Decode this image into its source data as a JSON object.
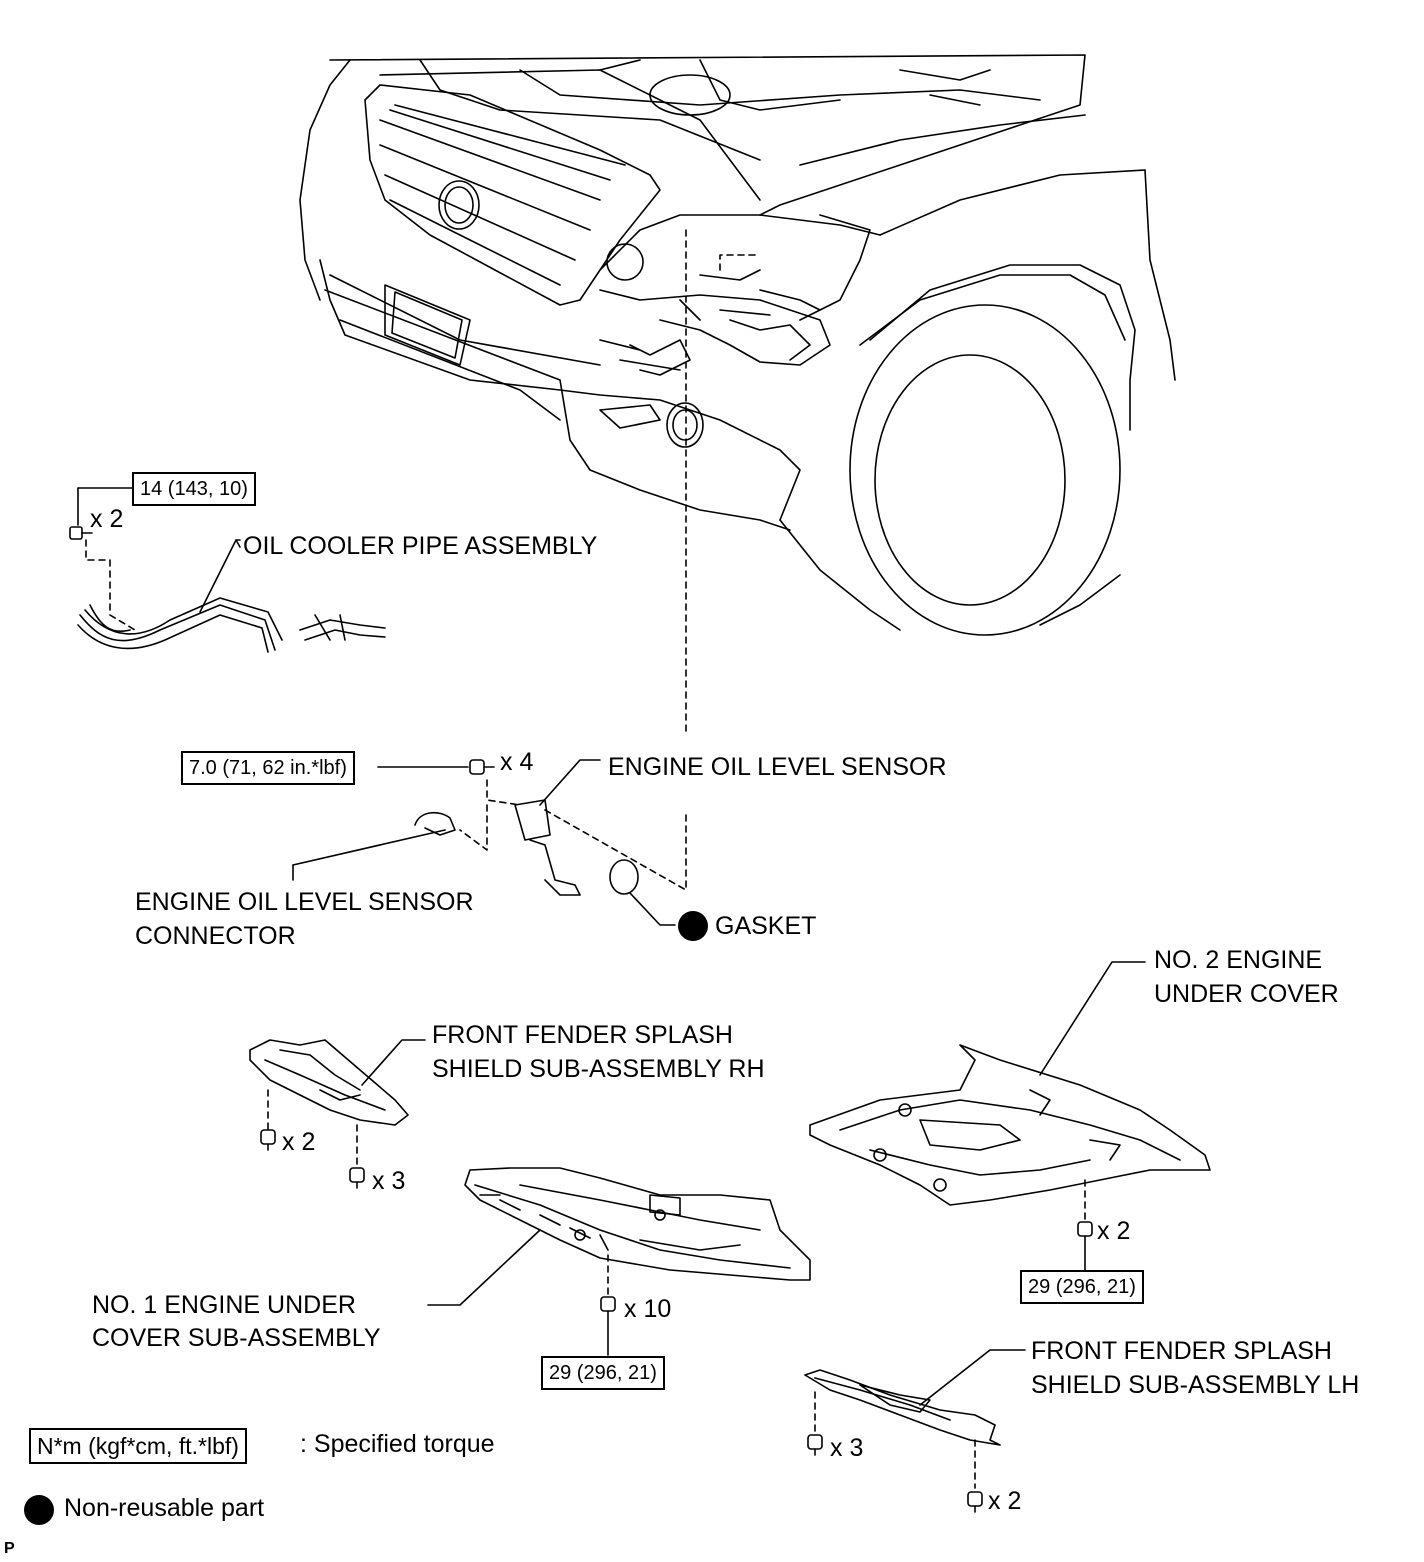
{
  "labels": {
    "oil_cooler_pipe": "OIL COOLER PIPE ASSEMBLY",
    "engine_oil_level_sensor": "ENGINE OIL LEVEL SENSOR",
    "sensor_connector_line1": "ENGINE OIL LEVEL SENSOR",
    "sensor_connector_line2": "CONNECTOR",
    "gasket": "GASKET",
    "no2_cover_line1": "NO. 2 ENGINE",
    "no2_cover_line2": "UNDER COVER",
    "splash_rh_line1": "FRONT FENDER SPLASH",
    "splash_rh_line2": "SHIELD SUB-ASSEMBLY RH",
    "no1_cover_line1": "NO. 1 ENGINE UNDER",
    "no1_cover_line2": "COVER SUB-ASSEMBLY",
    "splash_lh_line1": "FRONT FENDER SPLASH",
    "splash_lh_line2": "SHIELD SUB-ASSEMBLY LH"
  },
  "torques": {
    "oil_cooler_bolt": "14 (143, 10)",
    "sensor_bolt": "7.0 (71, 62 in.*lbf)",
    "no2_cover_bolt": "29 (296, 21)",
    "no1_cover_bolt": "29 (296, 21)"
  },
  "quantities": {
    "oil_cooler_bolt": "x 2",
    "sensor_bolt": "x 4",
    "splash_rh_bolt_a": "x 2",
    "splash_rh_bolt_b": "x 3",
    "no2_cover_bolt": "x 2",
    "no1_cover_bolt": "x 10",
    "splash_lh_bolt_a": "x 3",
    "splash_lh_bolt_b": "x 2"
  },
  "legend": {
    "torque_units": "N*m (kgf*cm, ft.*lbf)",
    "torque_desc": ": Specified torque",
    "non_reusable": "Non-reusable part"
  },
  "corner_mark": "P"
}
